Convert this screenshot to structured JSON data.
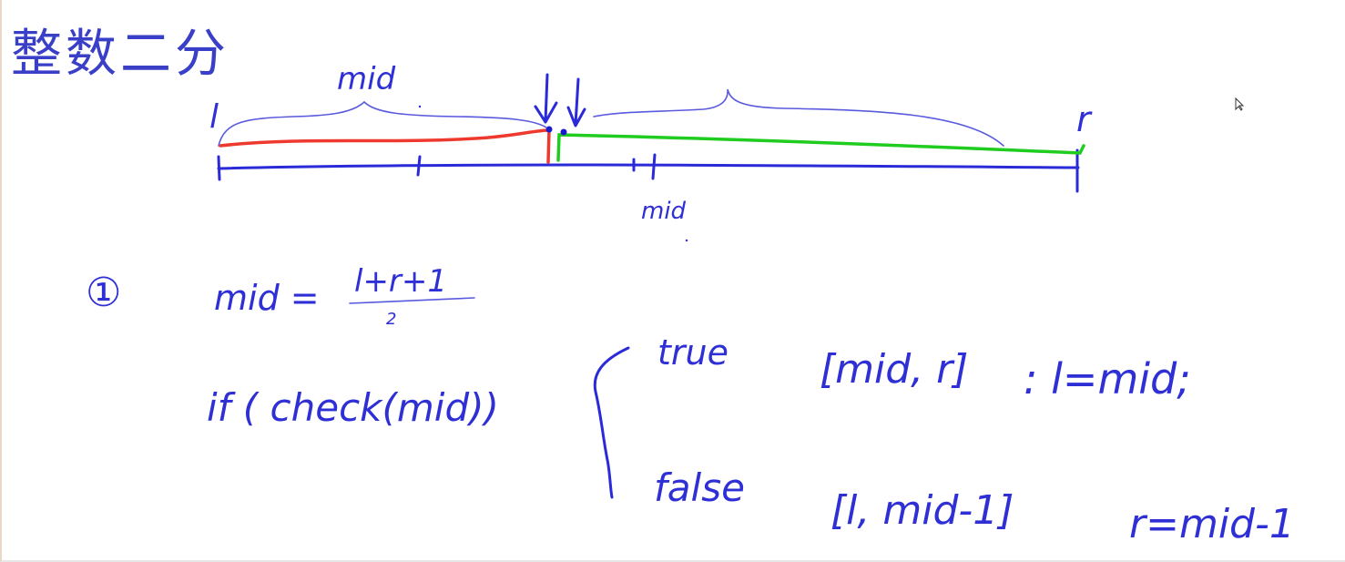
{
  "title": "整数二分",
  "number_line": {
    "left_label": "l",
    "right_label": "r",
    "left_brace_label": "mid",
    "below_label": "mid"
  },
  "case_marker": "①",
  "formula": {
    "lhs": "mid =",
    "numerator": "l+r+1",
    "denominator": "2"
  },
  "condition": "if ( check(mid))",
  "branches": {
    "true_label": "true",
    "true_interval": "[mid, r]",
    "true_action": ": l=mid;",
    "false_label": "false",
    "false_interval": "[l, mid-1]",
    "false_action": "r=mid-1"
  },
  "colors": {
    "ink": "#2a2ad8",
    "left_segment": "#ee3a2e",
    "right_segment": "#1fcc1f"
  }
}
